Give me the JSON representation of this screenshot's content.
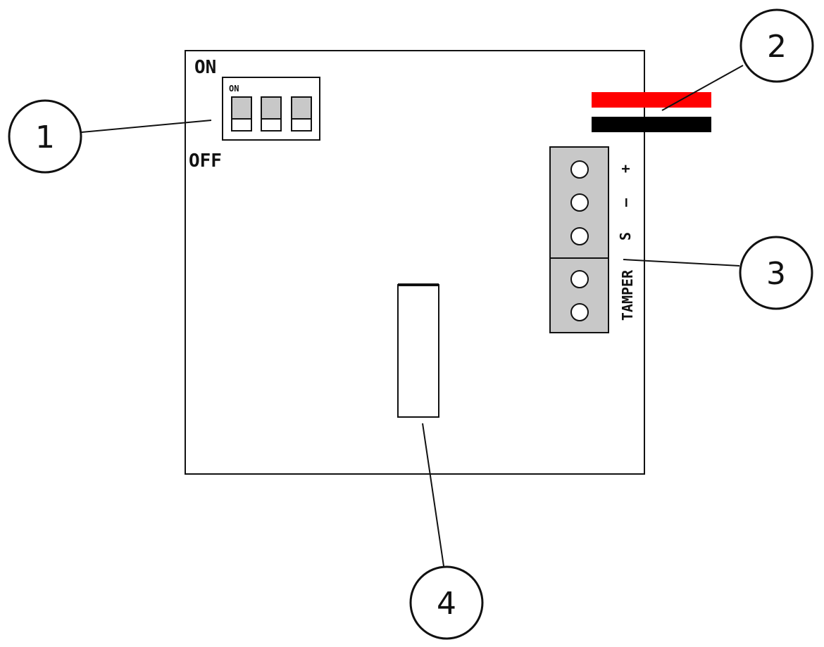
{
  "board": {
    "switch_on_label": "ON",
    "switch_off_label": "OFF",
    "dip_on_label": "ON",
    "terminal_plus": "+",
    "terminal_minus": "–",
    "terminal_s": "S",
    "tamper_label": "TAMPER"
  },
  "callouts": [
    {
      "number": "1"
    },
    {
      "number": "2"
    },
    {
      "number": "3"
    },
    {
      "number": "4"
    }
  ],
  "colors": {
    "wire_positive": "#ff0000",
    "wire_negative": "#000000",
    "terminal_block": "#c8c8c8",
    "dip_switch": "#c8c8c8"
  }
}
